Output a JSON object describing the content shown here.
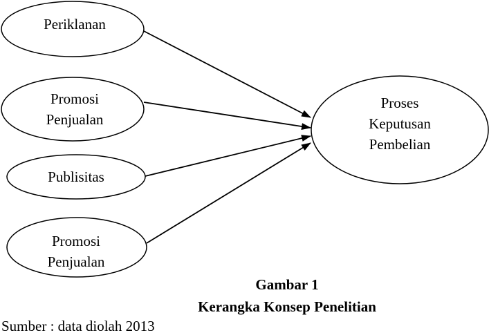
{
  "nodes": {
    "periklanan": [
      "Periklanan"
    ],
    "promosi_penjualan_1": [
      "Promosi",
      "Penjualan"
    ],
    "publisitas": [
      "Publisitas"
    ],
    "promosi_penjualan_2": [
      "Promosi",
      "Penjualan"
    ],
    "keputusan": [
      "Proses",
      "Keputusan",
      "Pembelian"
    ]
  },
  "caption": {
    "figure": "Gambar 1",
    "title": "Kerangka Konsep Penelitian",
    "source": "Sumber : data diolah 2013"
  }
}
